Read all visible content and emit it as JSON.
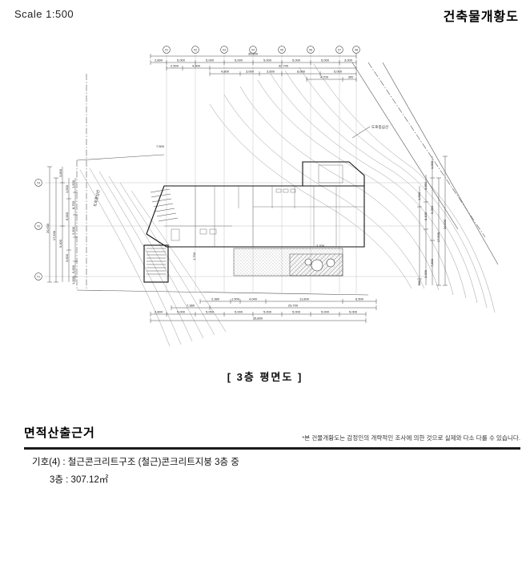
{
  "header": {
    "scale_label": "Scale  1:500",
    "title": "건축물개황도"
  },
  "drawing": {
    "caption": "[ 3층 평면도 ]",
    "grid_x": [
      "X1",
      "X2",
      "X3",
      "X4",
      "X5",
      "X6",
      "X7",
      "X8"
    ],
    "grid_y": [
      "Y1",
      "Y2",
      "Y3"
    ],
    "road_centerline_label": "도로중심선",
    "dims": {
      "top_total": "35,800",
      "top_row1": [
        "2,800",
        "5,000",
        "5,000",
        "5,000",
        "5,000",
        "5,000",
        "5,000",
        "3,000"
      ],
      "top_row2": [
        "2,500",
        "4,800",
        "32,700"
      ],
      "top_row3": [
        "4,800",
        "3,000",
        "3,600",
        "8,600",
        "5,000"
      ],
      "top_row4": [
        "4,700",
        "300"
      ],
      "left": [
        "20,500",
        "17,500",
        "3,800",
        "9,000",
        "1,500",
        "6,000",
        "3,600",
        "8,750",
        "2,500",
        "5,000",
        "1,500",
        "1,000"
      ],
      "right": [
        "20,500",
        "17,500",
        "1,000",
        "9,250",
        "7,800",
        "3,650",
        "8,100",
        "3,000",
        "1,950",
        "500"
      ],
      "bottom_row1": [
        "2,380",
        "1,500",
        "4,040",
        "11,800",
        "6,500"
      ],
      "bottom_row2": [
        "7,380",
        "29,700"
      ],
      "bottom_row3": [
        "2,800",
        "5,000",
        "5,050",
        "5,000",
        "5,000",
        "5,000",
        "5,000",
        "5,000"
      ],
      "bottom_total": "35,800",
      "misc_7500": "7,500",
      "misc_3700": "3,700",
      "misc_1790": "1,790"
    }
  },
  "notes": {
    "heading": "면적산출근거",
    "disclaimer": "*본 건물개황도는 감정인의 개략적인 조사에 의한 것으로 실제와 다소 다를 수 있습니다.",
    "line1": "기호(4) : 철근콘크리트구조 (철근)콘크리트지붕 3층 중",
    "line2": "3층 : 307.12㎡"
  }
}
